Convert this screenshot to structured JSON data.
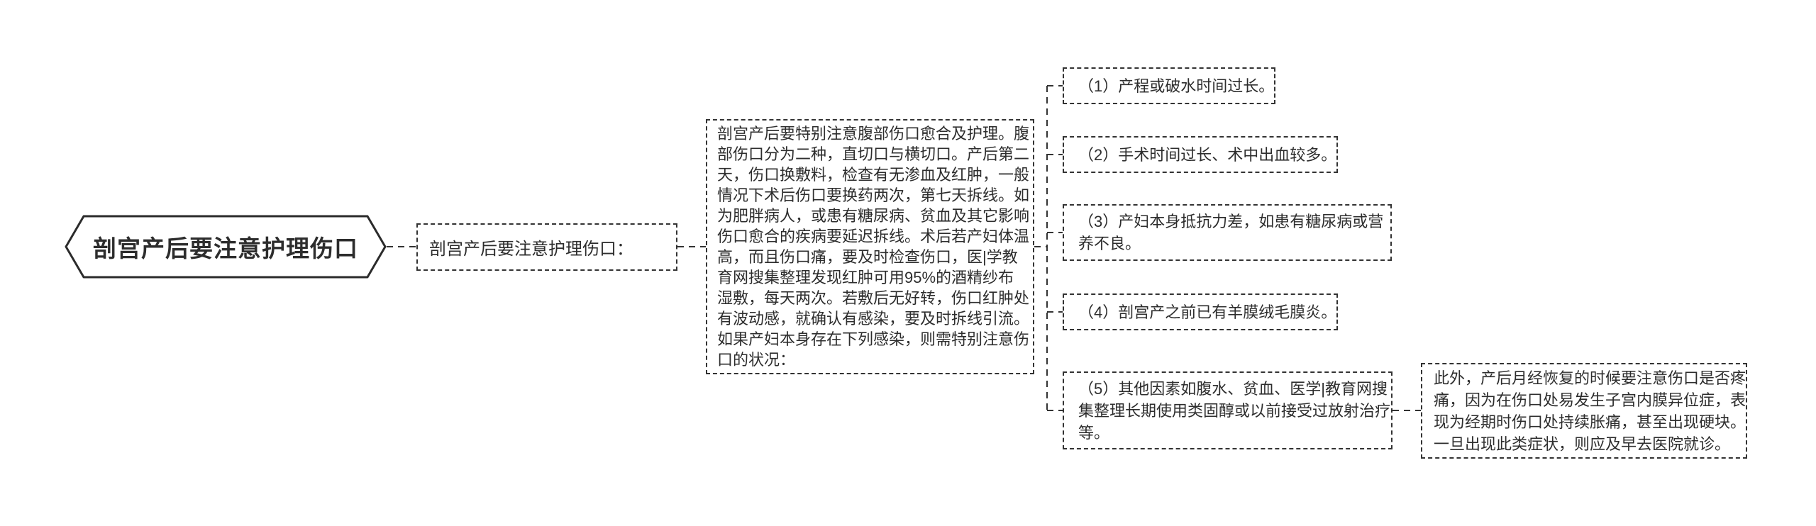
{
  "colors": {
    "background": "#ffffff",
    "line": "#333333",
    "text": "#2d2d2d"
  },
  "root": {
    "label": "剖宫产后要注意护理伤口"
  },
  "topic": {
    "label": "剖宫产后要注意护理伤口："
  },
  "intro": {
    "lines": [
      "剖宫产后要特别注意腹部伤口愈合及护理。腹",
      "部伤口分为二种，直切口与横切口。产后第二",
      "天，伤口换敷料，检查有无渗血及红肿，一般",
      "情况下术后伤口要换药两次，第七天拆线。如",
      "为肥胖病人，或患有糖尿病、贫血及其它影响",
      "伤口愈合的疾病要延迟拆线。术后若产妇体温",
      "高，而且伤口痛，要及时检查伤口，医|学教",
      "育网搜集整理发现红肿可用95%的酒精纱布",
      "湿敷，每天两次。若敷后无好转，伤口红肿处",
      "有波动感，就确认有感染，要及时拆线引流。",
      "如果产妇本身存在下列感染，则需特别注意伤",
      "口的状况："
    ]
  },
  "factors": [
    {
      "lines": [
        "（1）产程或破水时间过长。"
      ]
    },
    {
      "lines": [
        "（2）手术时间过长、术中出血较多。"
      ]
    },
    {
      "lines": [
        "（3）产妇本身抵抗力差，如患有糖尿病或营",
        "养不良。"
      ]
    },
    {
      "lines": [
        "（4）剖宫产之前已有羊膜绒毛膜炎。"
      ]
    },
    {
      "lines": [
        "（5）其他因素如腹水、贫血、医学|教育网搜",
        "集整理长期使用类固醇或以前接受过放射治疗",
        "等。"
      ]
    }
  ],
  "note": {
    "lines": [
      "此外，产后月经恢复的时候要注意伤口是否疼",
      "痛，因为在伤口处易发生子宫内膜异位症，表",
      "现为经期时伤口处持续胀痛，甚至出现硬块。",
      "一旦出现此类症状，则应及早去医院就诊。"
    ]
  }
}
